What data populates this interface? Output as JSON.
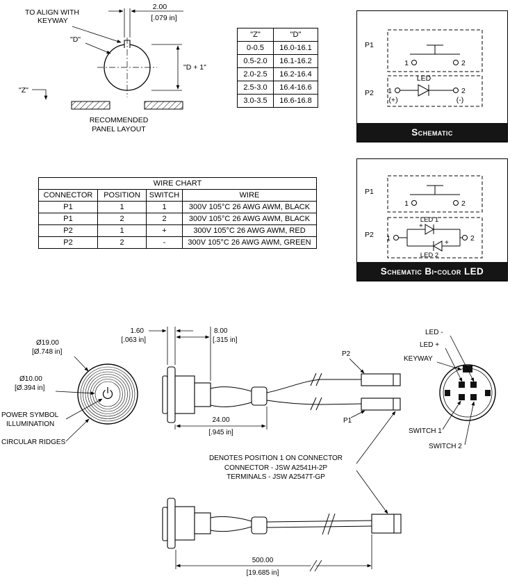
{
  "panel_layout": {
    "to_align_line1": "TO ALIGN WITH",
    "to_align_line2": "KEYWAY",
    "dim_2mm": "2.00",
    "dim_2mm_in": "[.079 in]",
    "d_label": "\"D\"",
    "d_plus_1_label": "\"D + 1\"",
    "z_label": "\"Z\"",
    "caption_line1": "RECOMMENDED",
    "caption_line2": "PANEL LAYOUT"
  },
  "zd_table": {
    "col_z": "\"Z\"",
    "col_d": "\"D\"",
    "rows": [
      {
        "z": "0-0.5",
        "d": "16.0-16.1"
      },
      {
        "z": "0.5-2.0",
        "d": "16.1-16.2"
      },
      {
        "z": "2.0-2.5",
        "d": "16.2-16.4"
      },
      {
        "z": "2.5-3.0",
        "d": "16.4-16.6"
      },
      {
        "z": "3.0-3.5",
        "d": "16.6-16.8"
      }
    ]
  },
  "schematic_single": {
    "banner": "Schematic",
    "p1_label": "P1",
    "p2_label": "P2",
    "sw_pin1": "1",
    "sw_pin2": "2",
    "led_pin1": "1",
    "led_pin2": "2",
    "led_label": "LED",
    "plus_label": "(+)",
    "minus_label": "(-)"
  },
  "wire_chart": {
    "title": "WIRE CHART",
    "headers": [
      "CONNECTOR",
      "POSITION",
      "SWITCH",
      "WIRE"
    ],
    "rows": [
      [
        "P1",
        "1",
        "1",
        "300V 105°C 26 AWG AWM, BLACK"
      ],
      [
        "P1",
        "2",
        "2",
        "300V 105°C 26 AWG AWM, BLACK"
      ],
      [
        "P2",
        "1",
        "+",
        "300V 105°C 26 AWG AWM, RED"
      ],
      [
        "P2",
        "2",
        "-",
        "300V 105°C 26 AWG AWM, GREEN"
      ]
    ]
  },
  "schematic_bicolor": {
    "banner": "Schematic Bi-color LED",
    "p1_label": "P1",
    "p2_label": "P2",
    "sw_pin1": "1",
    "sw_pin2": "2",
    "led_pin1": "1",
    "led_pin2": "2",
    "led1_label": "LED 1",
    "led2_label": "LED 2",
    "plus1": "+",
    "plus2": "+"
  },
  "assembly": {
    "dia_19": "Ø19.00",
    "dia_19_in": "[Ø.748 in]",
    "dia_10": "Ø10.00",
    "dia_10_in": "[Ø.394 in]",
    "power_symbol_line1": "POWER SYMBOL",
    "power_symbol_line2": "ILLUMINATION",
    "circular_ridges": "CIRCULAR RIDGES",
    "dim_1_60": "1.60",
    "dim_1_60_in": "[.063 in]",
    "dim_8_00": "8.00",
    "dim_8_00_in": "[.315 in]",
    "dim_24": "24.00",
    "dim_24_in": "[.945 in]",
    "p2_label": "P2",
    "p1_label": "P1",
    "led_minus": "LED -",
    "led_plus": "LED +",
    "keyway": "KEYWAY",
    "switch_1": "SWITCH 1",
    "switch_2": "SWITCH 2",
    "note_line1": "DENOTES POSITION 1 ON CONNECTOR",
    "note_line2": "CONNECTOR - JSW A2541H-2P",
    "note_line3": "TERMINALS - JSW A2547T-GP",
    "dim_500": "500.00",
    "dim_500_in": "[19.685 in]"
  }
}
